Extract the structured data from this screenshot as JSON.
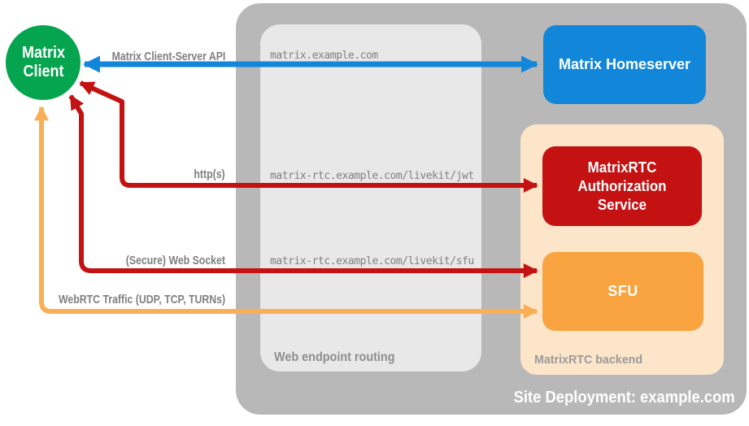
{
  "colors": {
    "client-green": "#05A54F",
    "homeserver-blue": "#1286D9",
    "service-red": "#C41111",
    "sfu-orange": "#F9A440",
    "webrtc-orange": "#FAAE55",
    "backend-peach": "#FCE5C9",
    "deployment-gray": "#B8B8B8",
    "routing-gray": "#E8E8E8",
    "label-gray": "#7F7F7F",
    "url-gray": "#808080",
    "routing-label-gray": "#8E8E8E",
    "backend-label-gray": "#9A9A9A"
  },
  "client": {
    "line1": "Matrix",
    "line2": "Client"
  },
  "containers": {
    "deployment": {
      "label": "Site Deployment: example.com"
    },
    "routing": {
      "label": "Web endpoint routing"
    },
    "backend": {
      "label": "MatrixRTC backend"
    }
  },
  "nodes": {
    "homeserver": {
      "label": "Matrix Homeserver"
    },
    "auth_service": {
      "lines": [
        "MatrixRTC",
        "Authorization",
        "Service"
      ]
    },
    "sfu": {
      "label": "SFU"
    }
  },
  "endpoints": [
    "matrix.example.com",
    "matrix-rtc.example.com/livekit/jwt",
    "matrix-rtc.example.com/livekit/sfu"
  ],
  "arrows": {
    "client_server_api": {
      "label": "Matrix Client-Server API"
    },
    "http": {
      "label": "http(s)"
    },
    "websocket": {
      "label": "(Secure) Web Socket"
    },
    "webrtc": {
      "label": "WebRTC Traffic (UDP, TCP, TURNs)"
    }
  }
}
